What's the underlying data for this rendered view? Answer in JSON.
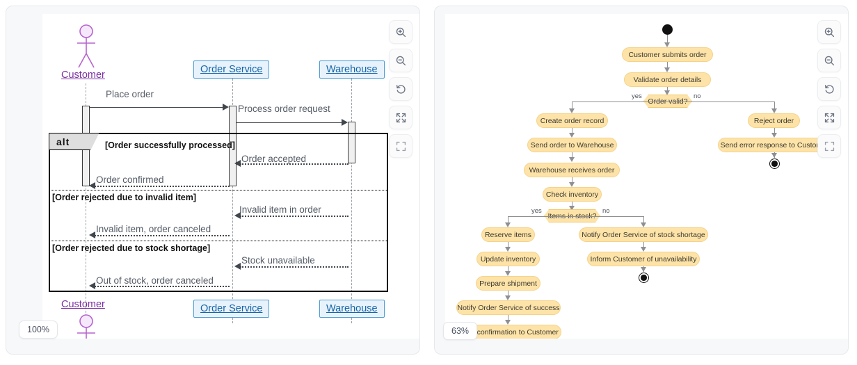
{
  "panels": [
    {
      "id": "sequence-diagram-panel",
      "zoom_label": "100%",
      "diagram_type": "uml-sequence-diagram",
      "toolbar": [
        {
          "name": "zoom-in-icon",
          "label": "Zoom in"
        },
        {
          "name": "zoom-out-icon",
          "label": "Zoom out"
        },
        {
          "name": "reset-icon",
          "label": "Reset view"
        },
        {
          "name": "fit-screen-icon",
          "label": "Fit to screen"
        },
        {
          "name": "fullscreen-icon",
          "label": "Fullscreen"
        }
      ],
      "participants": [
        {
          "name": "Customer",
          "kind": "actor"
        },
        {
          "name": "Order Service",
          "kind": "box"
        },
        {
          "name": "Warehouse",
          "kind": "box"
        }
      ],
      "messages": [
        {
          "text": "Place order",
          "from": "Customer",
          "to": "Order Service",
          "style": "solid"
        },
        {
          "text": "Process order request",
          "from": "Order Service",
          "to": "Warehouse",
          "style": "solid"
        },
        {
          "text": "Order accepted",
          "from": "Warehouse",
          "to": "Order Service",
          "style": "dotted"
        },
        {
          "text": "Order confirmed",
          "from": "Order Service",
          "to": "Customer",
          "style": "dotted"
        },
        {
          "text": "Invalid item in order",
          "from": "Warehouse",
          "to": "Order Service",
          "style": "dotted"
        },
        {
          "text": "Invalid item, order canceled",
          "from": "Order Service",
          "to": "Customer",
          "style": "dotted"
        },
        {
          "text": "Stock unavailable",
          "from": "Warehouse",
          "to": "Order Service",
          "style": "dotted"
        },
        {
          "text": "Out of stock, order canceled",
          "from": "Order Service",
          "to": "Customer",
          "style": "dotted"
        }
      ],
      "fragment": {
        "operator": "alt",
        "conditions": [
          "[Order successfully processed]",
          "[Order rejected due to invalid item]",
          "[Order rejected due to stock shortage]"
        ]
      }
    },
    {
      "id": "activity-diagram-panel",
      "zoom_label": "63%",
      "diagram_type": "uml-activity-diagram",
      "toolbar": [
        {
          "name": "zoom-in-icon",
          "label": "Zoom in"
        },
        {
          "name": "zoom-out-icon",
          "label": "Zoom out"
        },
        {
          "name": "reset-icon",
          "label": "Reset view"
        },
        {
          "name": "fit-screen-icon",
          "label": "Fit to screen"
        },
        {
          "name": "fullscreen-icon",
          "label": "Fullscreen"
        }
      ],
      "nodes": [
        {
          "id": "start",
          "type": "initial",
          "label": ""
        },
        {
          "id": "a1",
          "type": "action",
          "label": "Customer submits order"
        },
        {
          "id": "a2",
          "type": "action",
          "label": "Validate order details"
        },
        {
          "id": "d1",
          "type": "decision",
          "label": "Order valid?"
        },
        {
          "id": "a3",
          "type": "action",
          "label": "Create order record"
        },
        {
          "id": "a4",
          "type": "action",
          "label": "Send order to Warehouse"
        },
        {
          "id": "a5",
          "type": "action",
          "label": "Warehouse receives order"
        },
        {
          "id": "a6",
          "type": "action",
          "label": "Check inventory"
        },
        {
          "id": "d2",
          "type": "decision",
          "label": "Items in stock?"
        },
        {
          "id": "a7",
          "type": "action",
          "label": "Reserve items"
        },
        {
          "id": "a8",
          "type": "action",
          "label": "Update inventory"
        },
        {
          "id": "a9",
          "type": "action",
          "label": "Prepare shipment"
        },
        {
          "id": "a10",
          "type": "action",
          "label": "Notify Order Service of success"
        },
        {
          "id": "a11",
          "type": "action",
          "label": "Send confirmation to Customer"
        },
        {
          "id": "a12",
          "type": "action",
          "label": "Notify Order Service of stock shortage"
        },
        {
          "id": "a13",
          "type": "action",
          "label": "Inform Customer of unavailability"
        },
        {
          "id": "a14",
          "type": "action",
          "label": "Reject order"
        },
        {
          "id": "a15",
          "type": "action",
          "label": "Send error response to Customer"
        },
        {
          "id": "e1",
          "type": "final",
          "label": ""
        },
        {
          "id": "e2",
          "type": "final",
          "label": ""
        },
        {
          "id": "e3",
          "type": "final",
          "label": ""
        }
      ],
      "edge_labels": [
        {
          "from": "d1",
          "to": "a3",
          "label": "yes"
        },
        {
          "from": "d1",
          "to": "a14",
          "label": "no"
        },
        {
          "from": "d2",
          "to": "a7",
          "label": "yes"
        },
        {
          "from": "d2",
          "to": "a12",
          "label": "no"
        }
      ]
    }
  ],
  "colors": {
    "panel_bg": "#f7f8fa",
    "canvas_bg": "#ffffff",
    "actor_purple": "#7a2fa0",
    "participant_blue": "#1565a8",
    "participant_fill": "#e7f2fb",
    "activity_node_fill": "#fde3a7",
    "edge_gray": "#8d8f93"
  }
}
